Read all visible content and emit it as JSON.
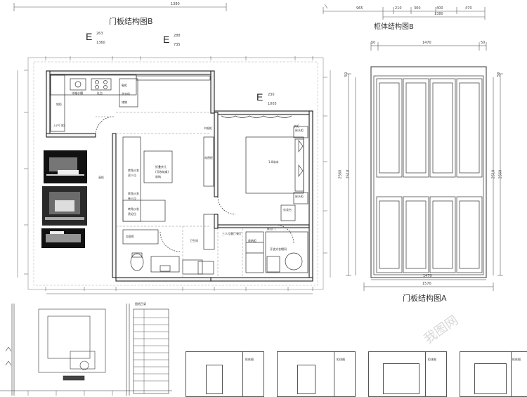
{
  "titles": {
    "door_b": "门板结构图B",
    "cabinet_b": "柜体结构图B",
    "door_a": "门板结构图A"
  },
  "dims": {
    "top_left_total": "1380",
    "cab_b_seg1": "965",
    "cab_b_seg2": "210",
    "cab_b_seg3": "300",
    "cab_b_seg4": "400",
    "cab_b_seg5": "470",
    "cab_b_total": "1380",
    "door_a_top_left": "50",
    "door_a_top_mid": "1470",
    "door_a_top_right": "50",
    "door_a_bottom_mid": "1470",
    "door_a_bottom_total": "1570",
    "door_a_left_outer": "2560",
    "door_a_left_inner": "2510",
    "door_a_right_inner": "2510",
    "door_a_right_outer": "2560",
    "door_a_right_top": "50",
    "door_a_left_top": "50"
  },
  "elevations": [
    {
      "letter": "E",
      "upper": "263",
      "lower": "1360"
    },
    {
      "letter": "E",
      "upper": "288",
      "lower": "735"
    },
    {
      "letter": "E",
      "upper": "230",
      "lower": "1005"
    }
  ],
  "plan_labels": {
    "kitchen_fridge": "冰箱",
    "sink": "水槽",
    "stove": "灶台",
    "cabinet_1": "地柜",
    "entry_cabinet": "入户门柜",
    "shoe_cabinet": "鞋柜",
    "washer": "洗衣机",
    "storage": "储物",
    "tall_cab": "高柜",
    "sofa_1": "转角沙发",
    "sofa_2": "转角沙发",
    "sofa_3": "转角沙发",
    "sofa_sub1": "双人位",
    "sofa_sub2": "单人位",
    "sofa_sub3": "贵妃位",
    "tea_table": "折叠茶几",
    "tea_sub": "(可收纳桌)",
    "tea_sub2": "收纳",
    "tv_cab": "电视柜",
    "bookshelf": "书架柜",
    "wardrobe": "衣柜",
    "bed": "1.8米床",
    "bedside_1": "床头柜",
    "bedside_2": "床头柜",
    "vanity": "化妆台",
    "bath_cab": "浴室柜",
    "bath_label": "卫生间",
    "storage_shelf": "收纳柜",
    "closet": "开放式衣帽间",
    "door_label": "推拉门",
    "dining": "三人位客厅餐厅"
  },
  "sheet_header_label": "图纸目录",
  "sheet_tags": [
    "柜体图",
    "柜体图",
    "柜体图",
    "柜体图"
  ],
  "brand_watermark": "我图网"
}
